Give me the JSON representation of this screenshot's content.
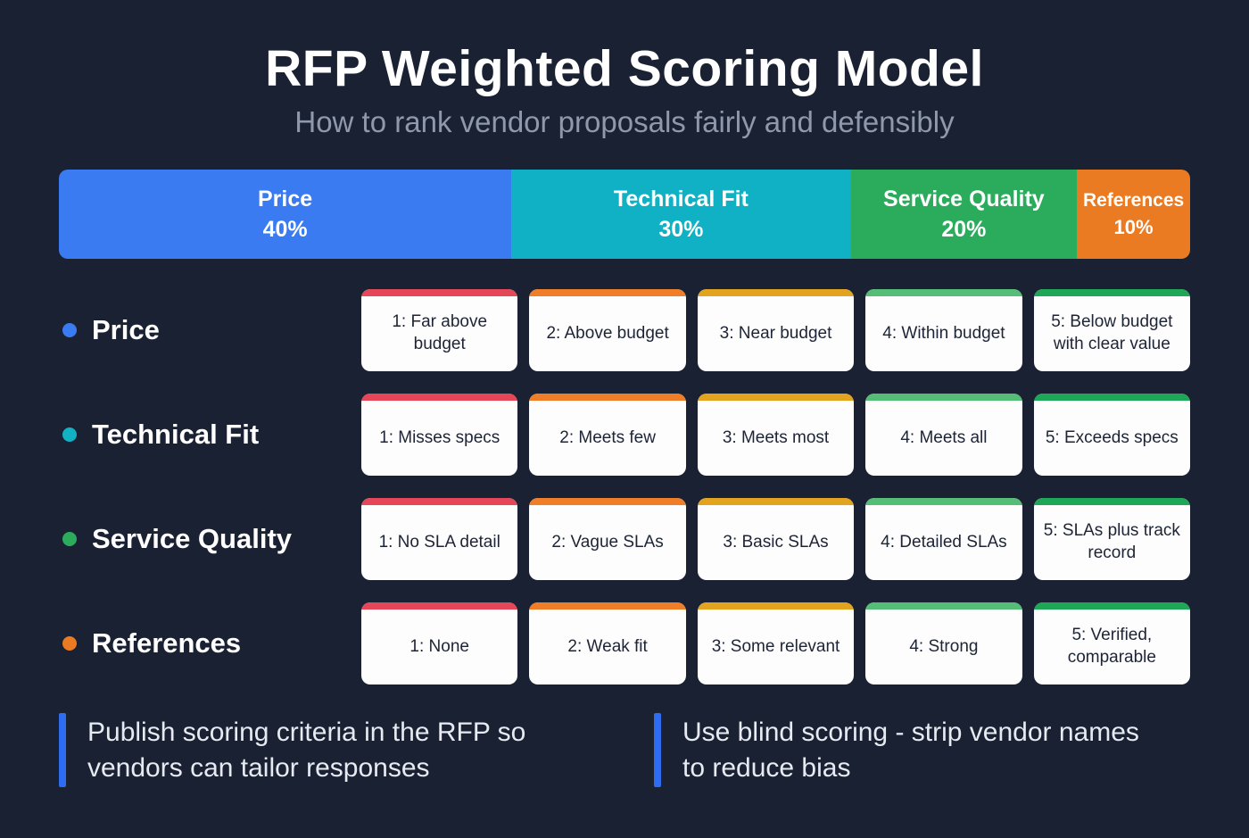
{
  "page": {
    "title": "RFP Weighted Scoring Model",
    "subtitle": "How to rank vendor proposals fairly and defensibly"
  },
  "weights": [
    {
      "label": "Price",
      "pct": "40%",
      "value": 40,
      "color": "#3a7bf2"
    },
    {
      "label": "Technical Fit",
      "pct": "30%",
      "value": 30,
      "color": "#10b1c4"
    },
    {
      "label": "Service Quality",
      "pct": "20%",
      "value": 20,
      "color": "#2bac5c"
    },
    {
      "label": "References",
      "pct": "10%",
      "value": 10,
      "color": "#ea7b22"
    }
  ],
  "scale_colors": [
    "#e54758",
    "#f07e28",
    "#e2a41e",
    "#56bd77",
    "#1ea756"
  ],
  "criteria": [
    {
      "label": "Price",
      "dot_color": "#3a7bf2",
      "levels": [
        "1: Far above budget",
        "2: Above budget",
        "3: Near budget",
        "4: Within budget",
        "5: Below budget with clear value"
      ]
    },
    {
      "label": "Technical Fit",
      "dot_color": "#12b2c4",
      "levels": [
        "1: Misses specs",
        "2: Meets few",
        "3: Meets most",
        "4: Meets all",
        "5: Exceeds specs"
      ]
    },
    {
      "label": "Service Quality",
      "dot_color": "#2bac5c",
      "levels": [
        "1: No SLA detail",
        "2: Vague SLAs",
        "3: Basic SLAs",
        "4: Detailed SLAs",
        "5: SLAs plus track record"
      ]
    },
    {
      "label": "References",
      "dot_color": "#ea7b22",
      "levels": [
        "1: None",
        "2: Weak fit",
        "3: Some relevant",
        "4: Strong",
        "5: Verified, comparable"
      ]
    }
  ],
  "tips": [
    {
      "text": "Publish scoring criteria in the RFP so vendors can tailor responses"
    },
    {
      "text": "Use blind scoring - strip vendor names to reduce bias"
    }
  ]
}
